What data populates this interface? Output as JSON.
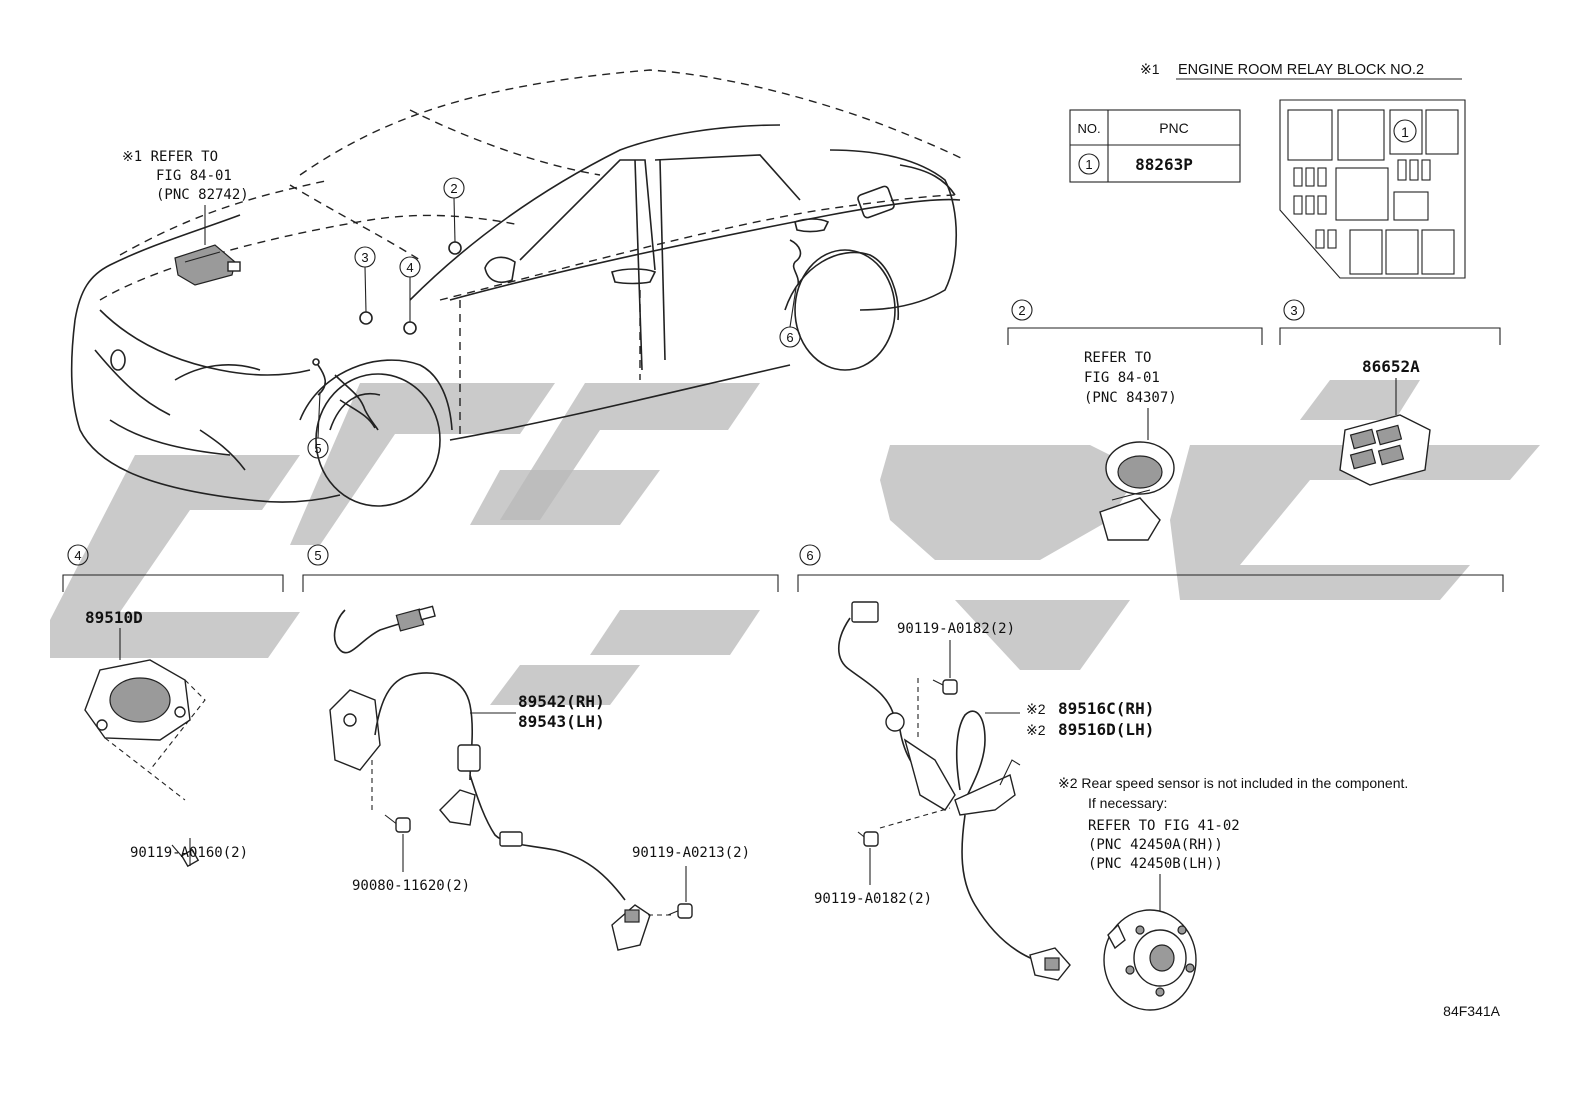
{
  "figure_code": "84F341A",
  "relay_block": {
    "note_mark": "※1",
    "title": "ENGINE ROOM RELAY BLOCK NO.2",
    "table_headers": [
      "NO.",
      "PNC"
    ],
    "table_rows": [
      {
        "no": "1",
        "pnc": "88263P"
      }
    ],
    "marker": "1"
  },
  "car_callouts": {
    "refer_lines": [
      "※1 REFER TO",
      "FIG 84-01",
      "(PNC 82742)"
    ],
    "markers": [
      "2",
      "3",
      "4",
      "5",
      "6"
    ]
  },
  "section_2": {
    "number": "2",
    "lines": [
      "REFER TO",
      "FIG 84-01",
      "(PNC 84307)"
    ]
  },
  "section_3": {
    "number": "3",
    "part": "86652A"
  },
  "section_4": {
    "number": "4",
    "part": "89510D",
    "bolt": "90119-A0160(2)"
  },
  "section_5": {
    "number": "5",
    "part_rh": "89542(RH)",
    "part_lh": "89543(LH)",
    "bolt_a": "90080-11620(2)",
    "bolt_b": "90119-A0213(2)"
  },
  "section_6": {
    "number": "6",
    "bolt_top": "90119-A0182(2)",
    "mark": "※2",
    "part_rh": "89516C(RH)",
    "part_lh": "89516D(LH)",
    "bolt_bottom": "90119-A0182(2)",
    "note_line1": "※2 Rear speed sensor is not included in the component.",
    "note_line2": "If necessary:",
    "refer_lines": [
      "REFER TO FIG 41-02",
      "(PNC 42450A(RH))",
      "(PNC 42450B(LH))"
    ]
  },
  "colors": {
    "line": "#222222",
    "watermark": "#b8b8b8",
    "background": "#ffffff"
  }
}
